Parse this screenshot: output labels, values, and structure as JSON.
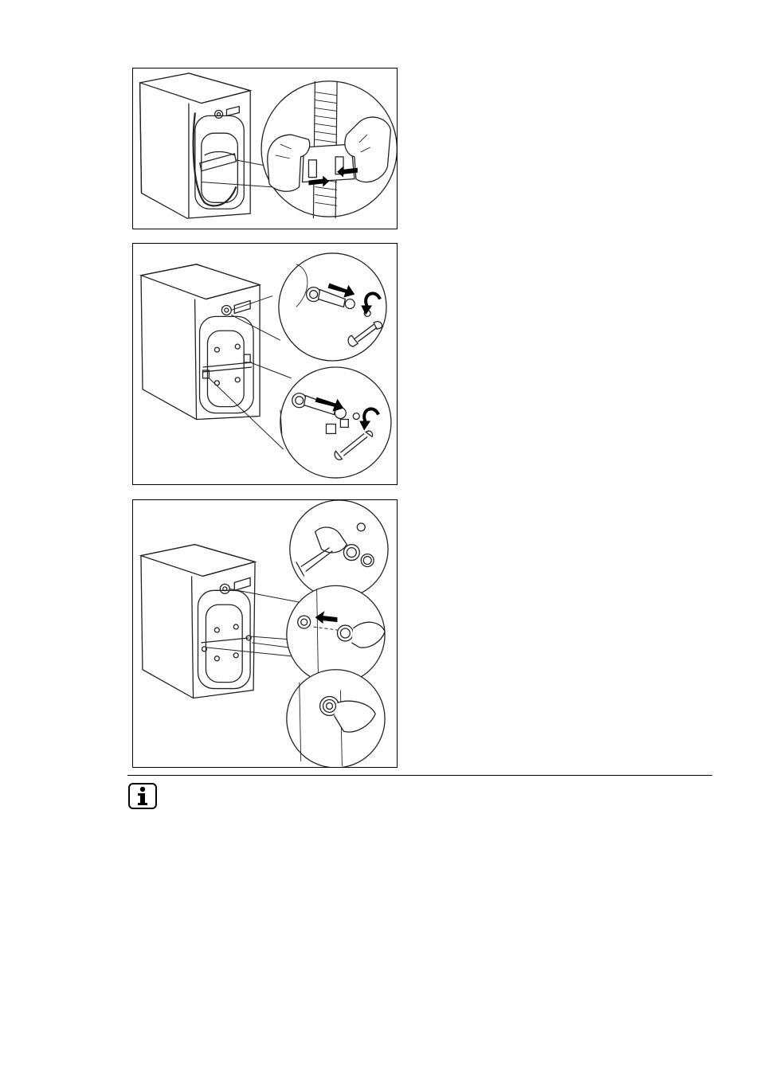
{
  "page": {
    "background": "#ffffff",
    "ink": "#000000",
    "line_color": "#333333"
  },
  "figures": [
    {
      "name": "remove-hose-clamp",
      "icons": [
        "washing-machine-rear-icon",
        "hands-clamp-detail-icon",
        "arrow-icon"
      ]
    },
    {
      "name": "remove-transit-bolts",
      "icons": [
        "washing-machine-rear-icon",
        "bolt-detail-icon",
        "wrench-icon",
        "rotate-arrow-icon"
      ]
    },
    {
      "name": "insert-plastic-caps",
      "icons": [
        "washing-machine-rear-icon",
        "caps-detail-icon",
        "push-cap-detail-icon",
        "arrow-icon"
      ]
    }
  ],
  "info_icon": "info-icon"
}
